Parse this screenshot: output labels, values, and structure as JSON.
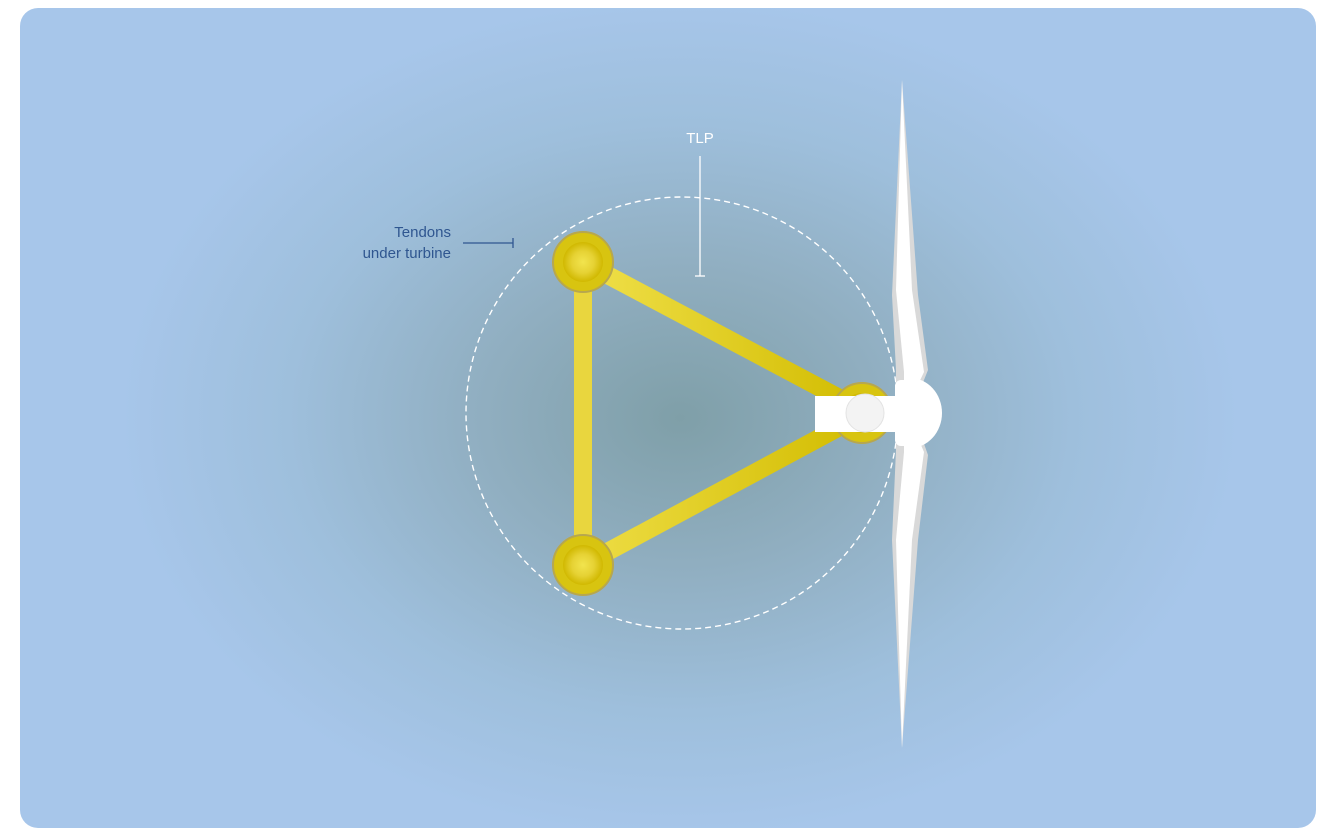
{
  "labels": {
    "tlp": "TLP",
    "tendons_line1": "Tendons",
    "tendons_line2": "under turbine"
  },
  "colors": {
    "background": "#a7c6ea",
    "platform_yellow": "#e8d63a",
    "platform_dark_yellow": "#d4c000",
    "turbine_white": "#ffffff",
    "tendon_label": "#2f5690",
    "tlp_label": "#ffffff"
  },
  "icons": {
    "turbine": "wind-turbine-icon",
    "tendon": "tendon-node-icon"
  }
}
